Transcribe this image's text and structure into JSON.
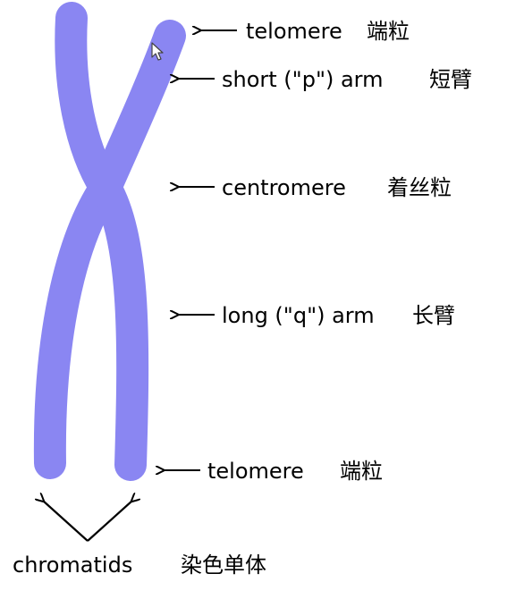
{
  "colors": {
    "chromatid": "#8a86f2",
    "arrow": "#000000",
    "text": "#000000",
    "background": "#ffffff"
  },
  "labels": {
    "telomere_top": {
      "en": "telomere",
      "zh": "端粒"
    },
    "short_arm": {
      "en": "short (\"p\") arm",
      "zh": "短臂"
    },
    "centromere": {
      "en": "centromere",
      "zh": "着丝粒"
    },
    "long_arm": {
      "en": "long (\"q\") arm",
      "zh": "长臂"
    },
    "telomere_bottom": {
      "en": "telomere",
      "zh": "端粒"
    },
    "chromatids": {
      "en": "chromatids",
      "zh": "染色单体"
    }
  },
  "icons": {
    "cursor": "mouse-pointer-icon"
  }
}
